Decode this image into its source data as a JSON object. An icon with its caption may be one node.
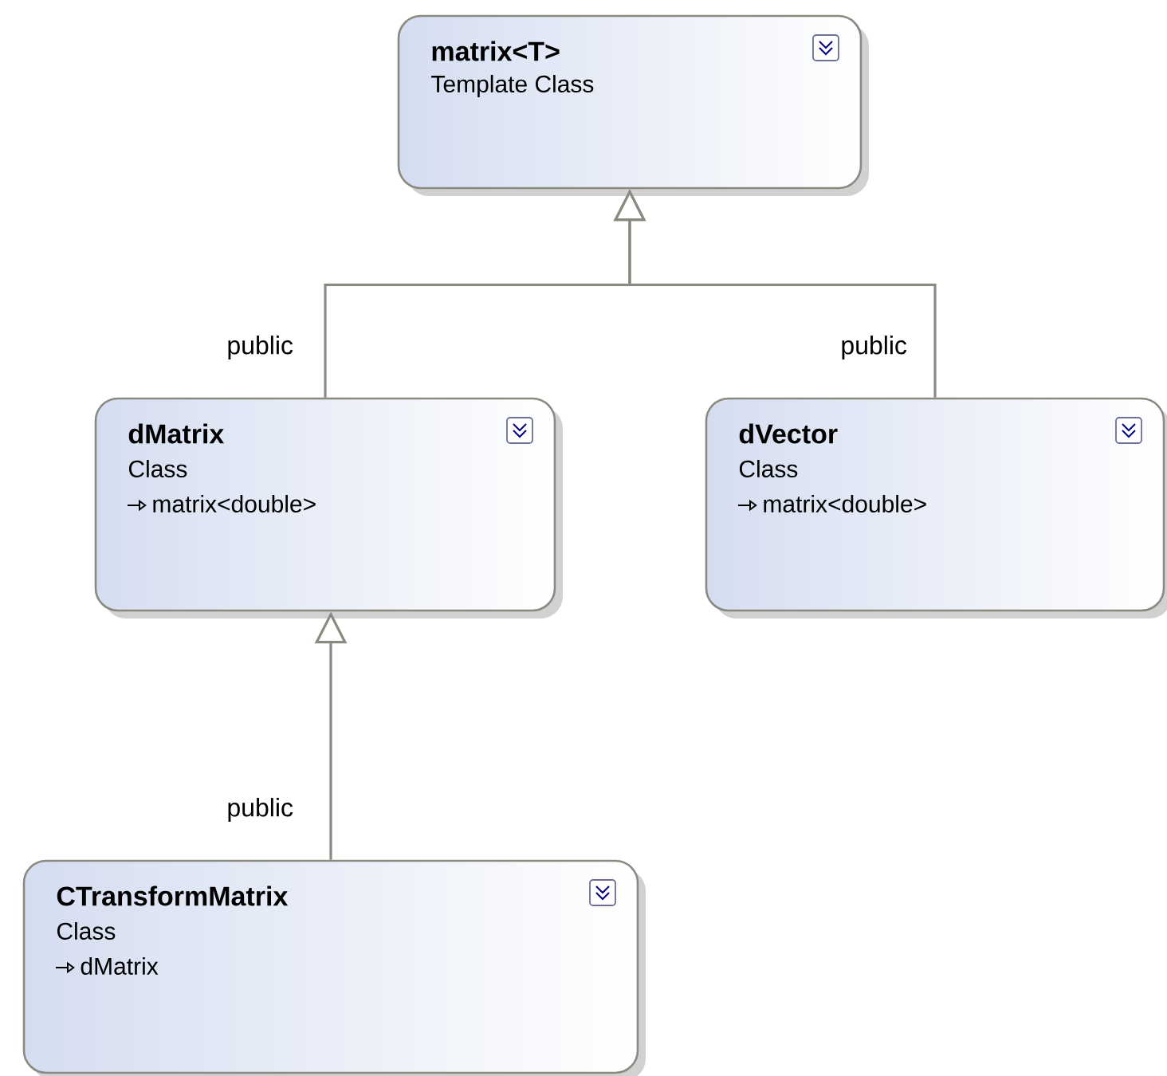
{
  "diagram": {
    "nodes": [
      {
        "text": [
          "matrix<T>",
          "Template Class"
        ]
      },
      {
        "text": [
          "dMatrix",
          "Class",
          "matrix<double>"
        ]
      },
      {
        "text": [
          "dVector",
          "Class",
          "matrix<double>"
        ]
      },
      {
        "text": [
          "CTransformMatrix",
          "Class",
          "dMatrix"
        ]
      }
    ],
    "edges": [
      {
        "from": 1,
        "to": 0,
        "arrow": "to",
        "label": "public"
      },
      {
        "from": 2,
        "to": 0,
        "arrow": "to",
        "label": "public"
      },
      {
        "from": 3,
        "to": 1,
        "arrow": "to",
        "label": "public"
      }
    ]
  }
}
